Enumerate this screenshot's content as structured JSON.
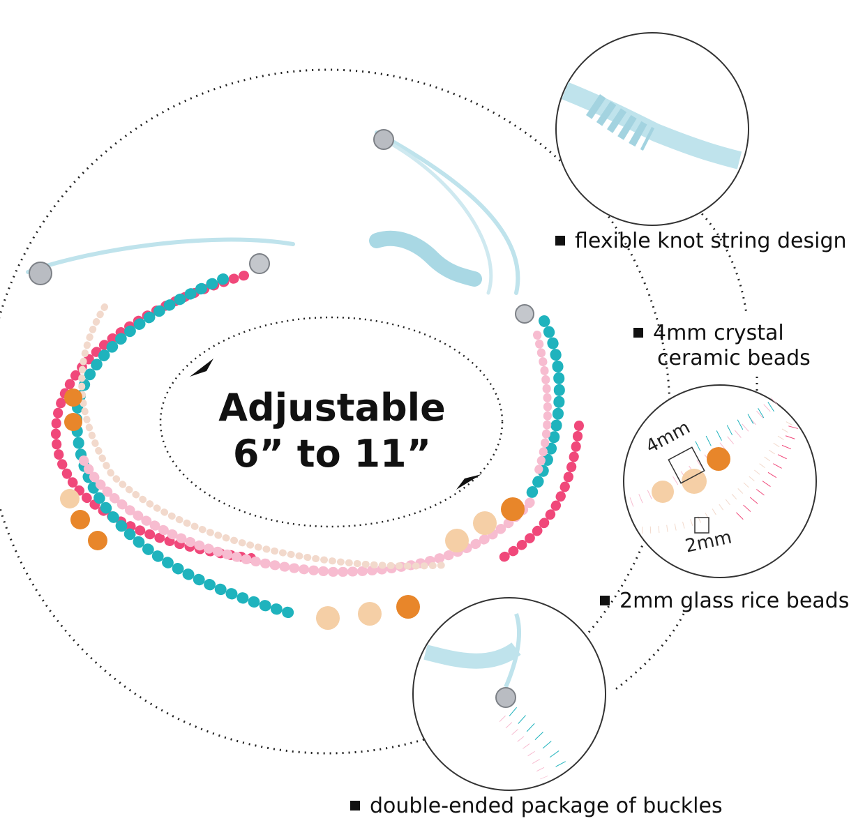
{
  "headline": {
    "line1": "Adjustable",
    "line2": "6” to 11”"
  },
  "callouts": {
    "knot": "flexible knot string design",
    "crystal_line1": "4mm crystal",
    "crystal_line2": "ceramic beads",
    "rice": "2mm glass rice beads",
    "buckle": "double-ended package of buckles"
  },
  "measurements": {
    "large_bead": "4mm",
    "small_bead": "2mm"
  },
  "colors": {
    "turquoise": "#1fb3bd",
    "coral_pink": "#f0487a",
    "light_pink": "#f7bcd0",
    "clear_seed": "#f2d9cc",
    "orange_crystal": "#e8862a",
    "peach_crystal": "#f5cfa6",
    "string": "#bfe3ec",
    "silver": "#b9bcc2"
  }
}
